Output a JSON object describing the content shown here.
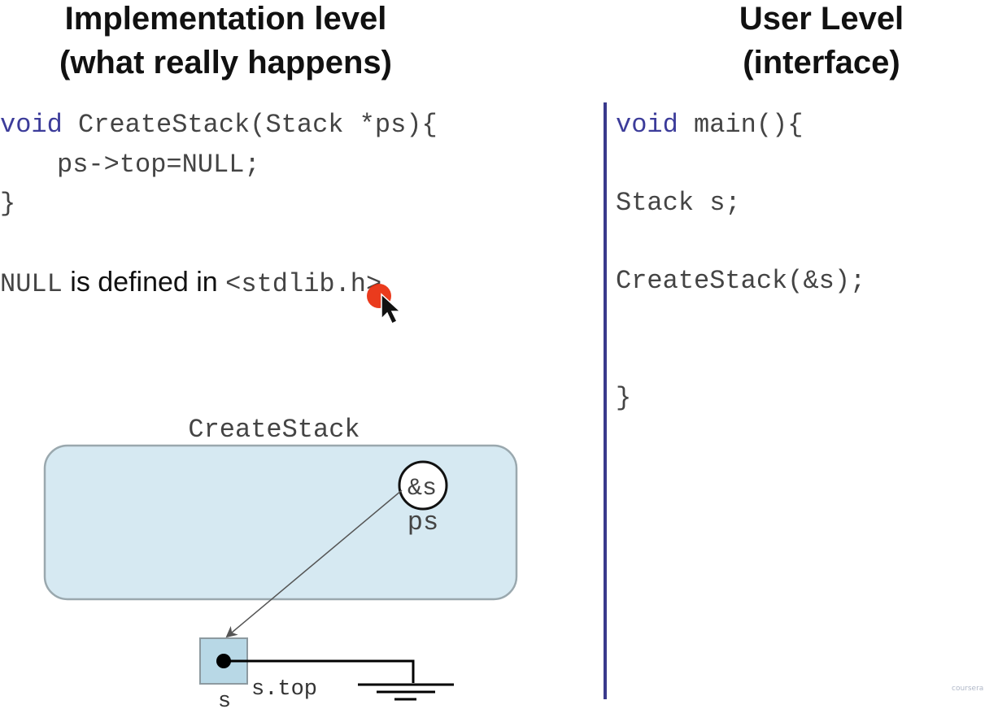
{
  "implementation": {
    "heading_line1": "Implementation level",
    "heading_line2": "(what really happens)",
    "code": {
      "void_kw": "void",
      "signature": " CreateStack(Stack *ps){",
      "body": "ps->top=NULL;",
      "close": "}"
    },
    "note": {
      "null_word": "NULL",
      "middle": " is defined in ",
      "header": "<stdlib.h>"
    }
  },
  "user": {
    "heading_line1": "User Level",
    "heading_line2": "(interface)",
    "code": {
      "void_kw": "void",
      "main_sig": " main(){",
      "decl": "Stack s;",
      "call": "CreateStack(&s);",
      "close": "}"
    }
  },
  "diagram": {
    "frame_label": "CreateStack",
    "param_value": "&s",
    "param_name": "ps",
    "var_name": "s",
    "field_label": "s.top",
    "frame_color": "#d6e9f2",
    "cell_color": "#b8d8e6"
  },
  "watermark": "coursera",
  "colors": {
    "keyword": "#3c3c9a",
    "divider": "#3a3a8c",
    "pointer_dot": "#e82a0a"
  }
}
